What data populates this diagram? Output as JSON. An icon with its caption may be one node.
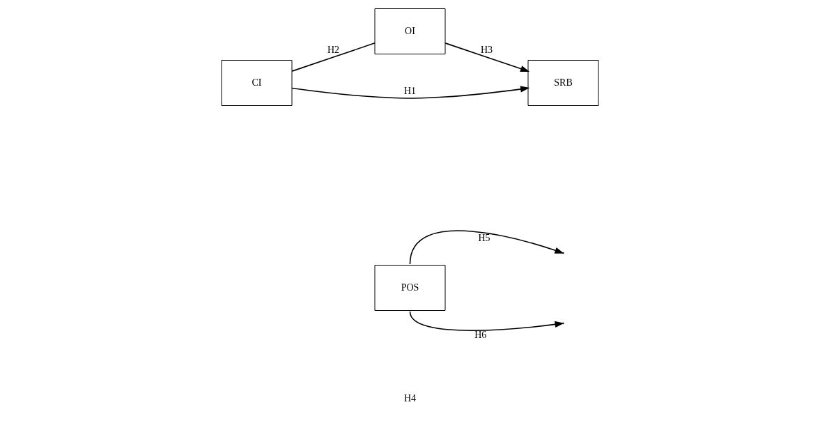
{
  "diagram": {
    "nodes": [
      {
        "text": [
          "POS"
        ]
      },
      {
        "text": [
          "OI"
        ]
      },
      {
        "text": [
          "CI"
        ]
      },
      {
        "text": [
          "SRB"
        ]
      }
    ],
    "edges": [
      {
        "from": 2,
        "to": 1,
        "arrow": "none",
        "label": "H2"
      },
      {
        "from": 1,
        "to": 3,
        "arrow": "to",
        "label": "H3"
      },
      {
        "from": 2,
        "to": 3,
        "arrow": "to",
        "label": "H1"
      },
      {
        "from": 0,
        "to": null,
        "arrow": "to",
        "label": "H5"
      },
      {
        "from": 0,
        "to": null,
        "arrow": "to",
        "label": "H6"
      }
    ],
    "labels": [
      "H4"
    ]
  }
}
